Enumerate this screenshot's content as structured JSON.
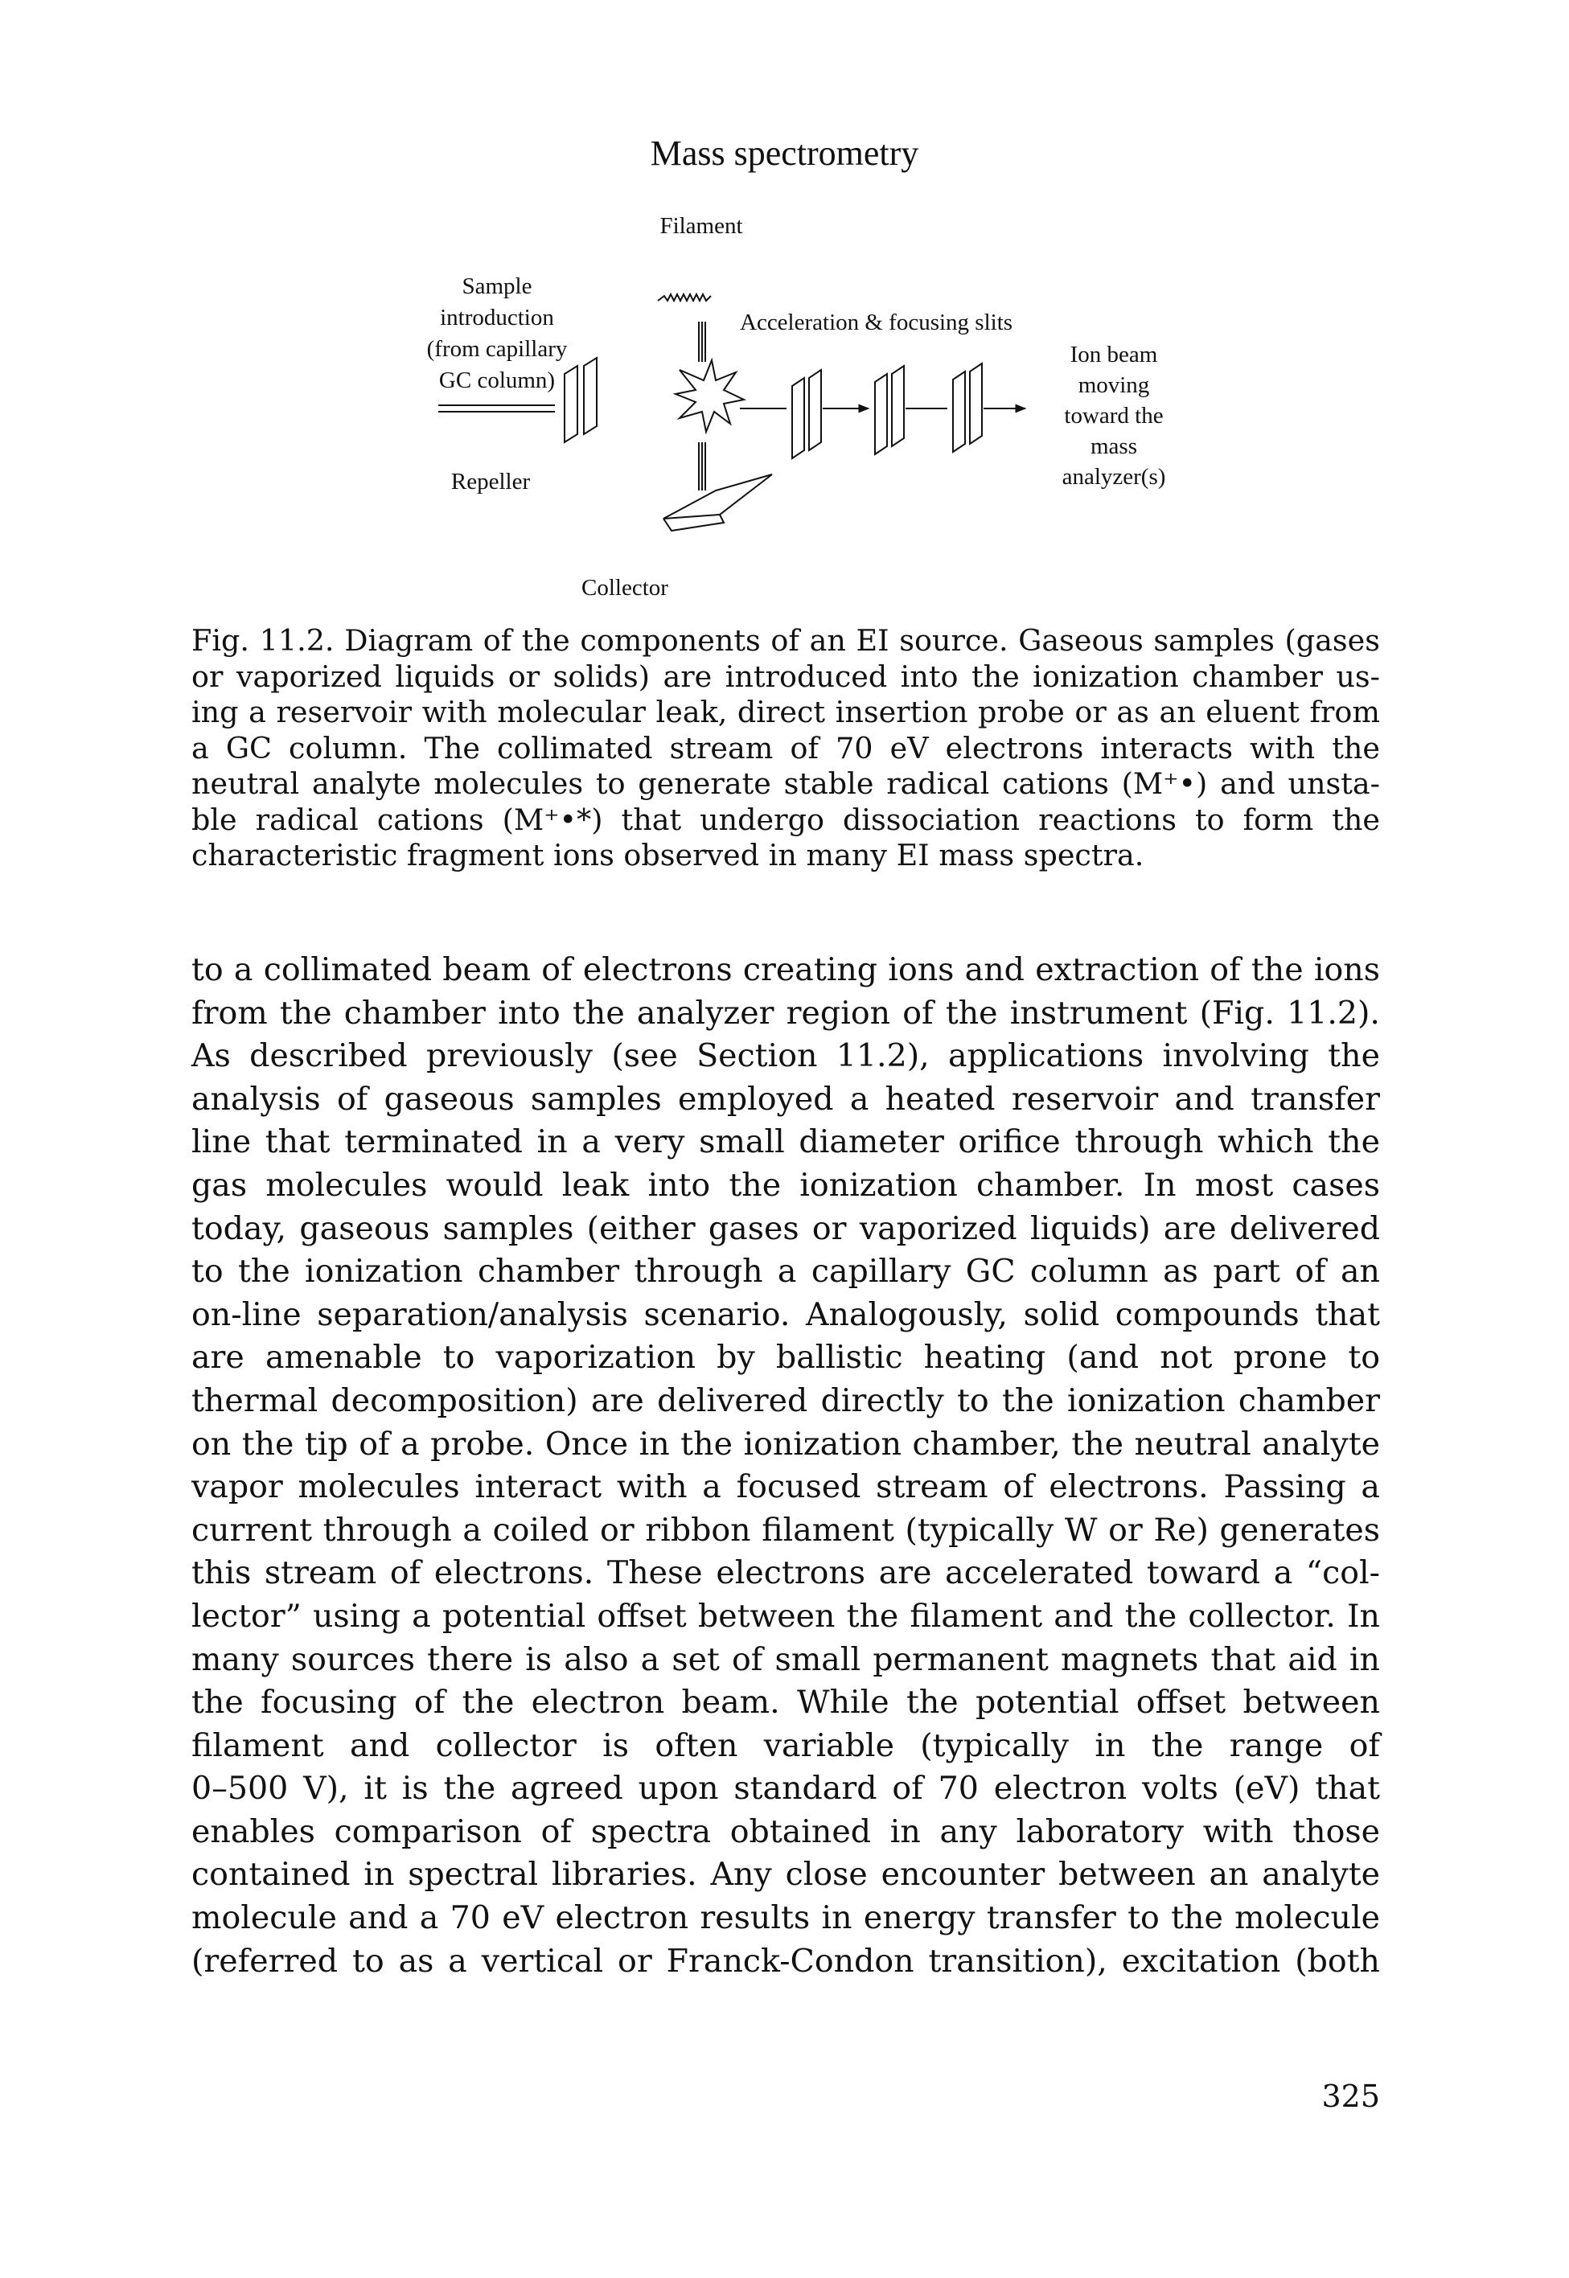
{
  "running_head": "Mass spectrometry",
  "figure": {
    "labels": {
      "filament": "Filament",
      "sample_line1": "Sample",
      "sample_line2": "introduction",
      "sample_line3": "(from capillary",
      "sample_line4": "GC column)",
      "repeller": "Repeller",
      "slits": "Acceleration & focusing slits",
      "beam_line1": "Ion beam",
      "beam_line2": "moving",
      "beam_line3": "toward the",
      "beam_line4": "mass",
      "beam_line5": "analyzer(s)",
      "collector": "Collector"
    }
  },
  "caption": {
    "lines": [
      "Fig. 11.2. Diagram of the components of an EI source. Gaseous samples (gases",
      "or vaporized liquids or solids) are introduced into the ionization chamber us-",
      "ing a reservoir with molecular leak, direct insertion probe or as an eluent from",
      "a GC column. The collimated stream of 70 eV electrons interacts with the",
      "neutral analyte molecules to generate stable radical cations (M⁺•) and unsta-",
      "ble radical cations (M⁺•*) that undergo dissociation reactions to form the",
      "characteristic fragment ions observed in many EI mass spectra."
    ]
  },
  "body": {
    "lines": [
      "to a collimated beam of electrons creating ions and extraction of the ions",
      "from the chamber into the analyzer region of the instrument (Fig. 11.2).",
      "As described previously (see Section 11.2), applications involving the",
      "analysis of gaseous samples employed a heated reservoir and transfer",
      "line that terminated in a very small diameter orifice through which the",
      "gas molecules would leak into the ionization chamber. In most cases",
      "today, gaseous samples (either gases or vaporized liquids) are delivered",
      "to the ionization chamber through a capillary GC column as part of an",
      "on-line separation/analysis scenario. Analogously, solid compounds that",
      "are amenable to vaporization by ballistic heating (and not prone to",
      "thermal decomposition) are delivered directly to the ionization chamber",
      "on the tip of a probe. Once in the ionization chamber, the neutral analyte",
      "vapor molecules interact with a focused stream of electrons. Passing a",
      "current through a coiled or ribbon filament (typically W or Re) generates",
      "this stream of electrons. These electrons are accelerated toward a “col-",
      "lector” using a potential offset between the filament and the collector. In",
      "many sources there is also a set of small permanent magnets that aid in",
      "the focusing of the electron beam. While the potential offset between",
      "filament and collector is often variable (typically in the range of",
      "0–500 V), it is the agreed upon standard of 70 electron volts (eV) that",
      "enables comparison of spectra obtained in any laboratory with those",
      "contained in spectral libraries. Any close encounter between an analyte",
      "molecule and a 70 eV electron results in energy transfer to the molecule",
      "(referred to as a vertical or Franck-Condon transition), excitation (both"
    ]
  },
  "page_number": "325"
}
